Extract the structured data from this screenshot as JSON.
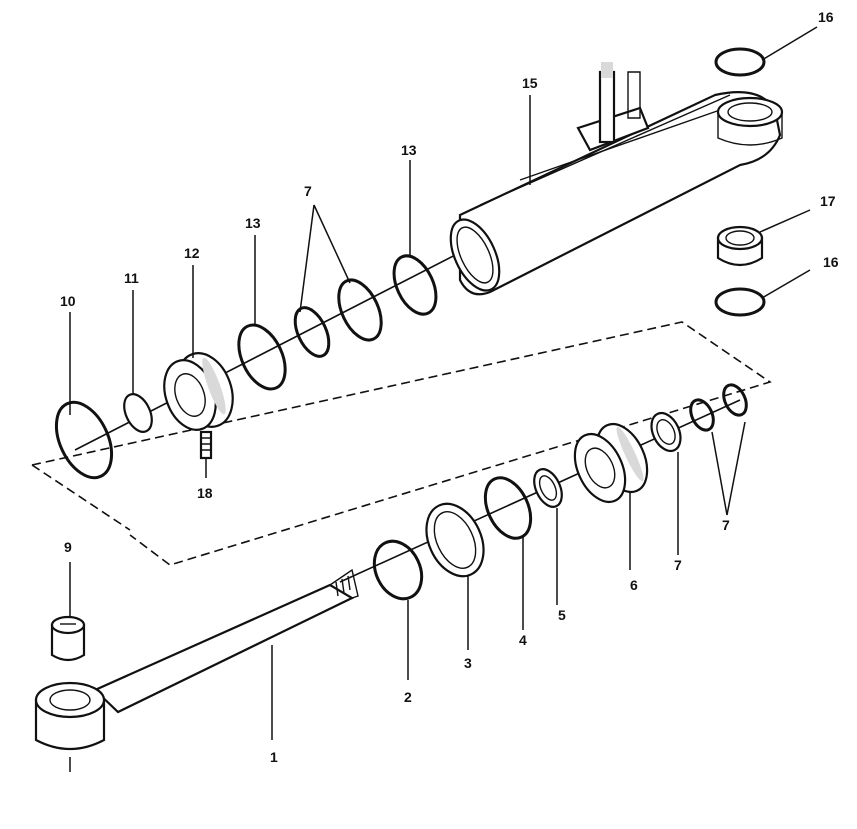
{
  "callouts": {
    "c1": "1",
    "c2": "2",
    "c3": "3",
    "c4": "4",
    "c5": "5",
    "c6": "6",
    "c7a": "7",
    "c7b": "7",
    "c7c": "7",
    "c9": "9",
    "c10": "10",
    "c11": "11",
    "c12": "12",
    "c13a": "13",
    "c13b": "13",
    "c15": "15",
    "c16a": "16",
    "c16b": "16",
    "c17": "17",
    "c18": "18"
  }
}
